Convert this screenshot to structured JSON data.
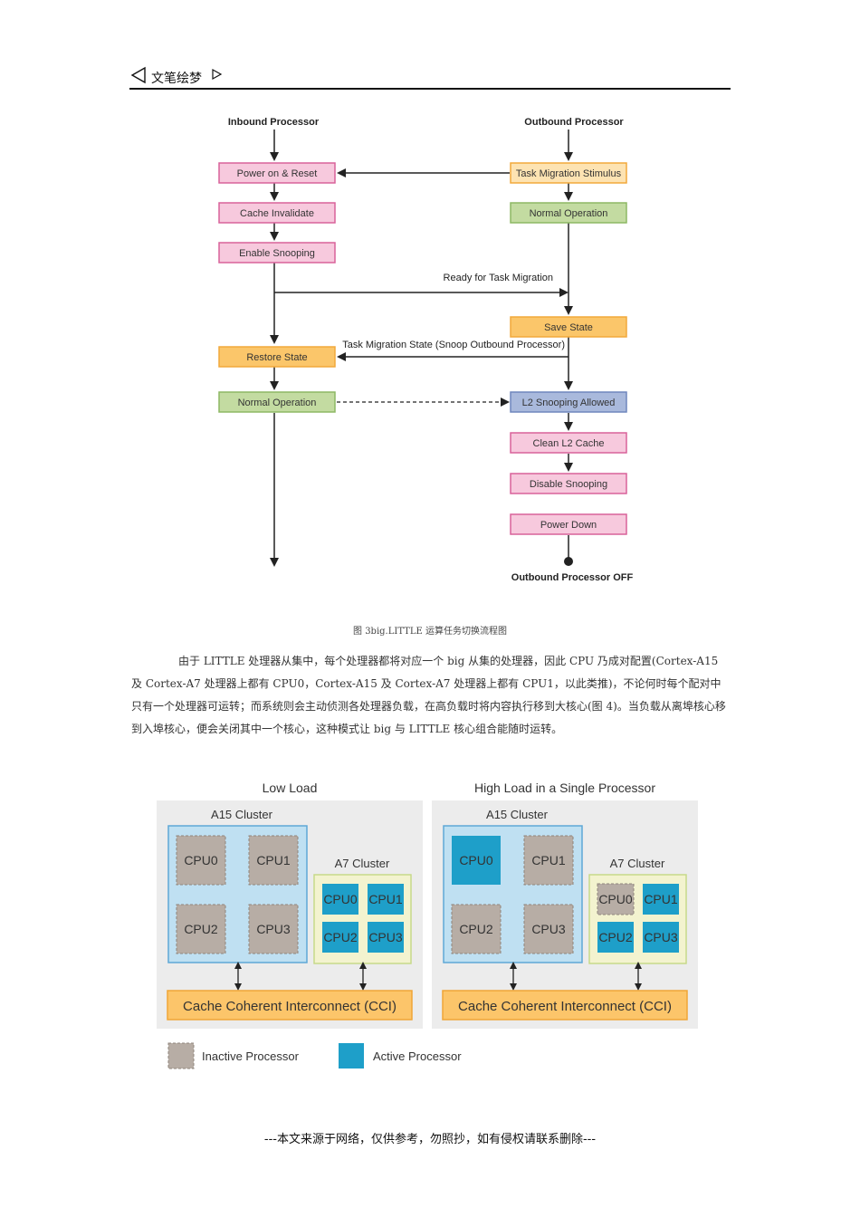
{
  "header": {
    "title": "文笔绘梦"
  },
  "flowchart": {
    "inbound_title": "Inbound Processor",
    "outbound_title": "Outbound Processor",
    "inbound_steps": {
      "power_on_reset": "Power on & Reset",
      "cache_invalidate": "Cache Invalidate",
      "enable_snooping": "Enable Snooping",
      "restore_state": "Restore State",
      "normal_operation": "Normal Operation"
    },
    "outbound_steps": {
      "task_migration_stimulus": "Task Migration Stimulus",
      "normal_operation": "Normal Operation",
      "save_state": "Save State",
      "l2_snooping_allowed": "L2 Snooping Allowed",
      "clean_l2_cache": "Clean L2 Cache",
      "disable_snooping": "Disable Snooping",
      "power_down": "Power Down"
    },
    "labels": {
      "ready_for_migration": "Ready for Task Migration",
      "task_migration_state": "Task Migration State (Snoop Outbound Processor)",
      "outbound_off": "Outbound Processor OFF"
    },
    "colors": {
      "pink": "#f7c9dd",
      "pink_border": "#d9629a",
      "orange": "#fbc66a",
      "orange_light": "#fde3b2",
      "orange_border": "#f2a93b",
      "green": "#c3dba1",
      "green_border": "#8db864",
      "blue": "#a9b9dc",
      "blue_border": "#6f86bd"
    }
  },
  "caption": "图 3big.LITTLE 运算任务切换流程图",
  "paragraph": "由于 LITTLE 处理器从集中，每个处理器都将对应一个 big 从集的处理器，因此 CPU 乃成对配置(Cortex-A15 及 Cortex-A7 处理器上都有 CPU0，Cortex-A15 及 Cortex-A7 处理器上都有 CPU1，以此类推)，不论何时每个配对中只有一个处理器可运转；而系统则会主动侦测各处理器负载，在高负载时将内容执行移到大核心(图 4)。当负载从离埠核心移到入埠核心，便会关闭其中一个核心，这种模式让 big 与 LITTLE 核心组合能随时运转。",
  "cluster_diagram": {
    "panels": [
      {
        "title": "Low Load",
        "a15_label": "A15 Cluster",
        "a7_label": "A7 Cluster",
        "a15_cpus": [
          {
            "name": "CPU0",
            "active": false
          },
          {
            "name": "CPU1",
            "active": false
          },
          {
            "name": "CPU2",
            "active": false
          },
          {
            "name": "CPU3",
            "active": false
          }
        ],
        "a7_cpus": [
          {
            "name": "CPU0",
            "active": true
          },
          {
            "name": "CPU1",
            "active": true
          },
          {
            "name": "CPU2",
            "active": true
          },
          {
            "name": "CPU3",
            "active": true
          }
        ],
        "cci": "Cache Coherent Interconnect (CCI)"
      },
      {
        "title": "High Load in a Single Processor",
        "a15_label": "A15 Cluster",
        "a7_label": "A7 Cluster",
        "a15_cpus": [
          {
            "name": "CPU0",
            "active": true
          },
          {
            "name": "CPU1",
            "active": false
          },
          {
            "name": "CPU2",
            "active": false
          },
          {
            "name": "CPU3",
            "active": false
          }
        ],
        "a7_cpus": [
          {
            "name": "CPU0",
            "active": false
          },
          {
            "name": "CPU1",
            "active": true
          },
          {
            "name": "CPU2",
            "active": true
          },
          {
            "name": "CPU3",
            "active": true
          }
        ],
        "cci": "Cache Coherent Interconnect (CCI)"
      }
    ],
    "legend": {
      "inactive": "Inactive Processor",
      "active": "Active Processor"
    },
    "colors": {
      "panel_bg": "#ececec",
      "a15_bg": "#bfe0f2",
      "a15_border": "#5ea8d6",
      "a7_bg": "#f3f3cf",
      "a7_border": "#c7d98a",
      "inactive": "#b7ada5",
      "active": "#1e9fc9",
      "cci_bg": "#fcc56a",
      "cci_border": "#f0a536"
    }
  },
  "footer": "---本文来源于网络，仅供参考，勿照抄，如有侵权请联系删除---"
}
